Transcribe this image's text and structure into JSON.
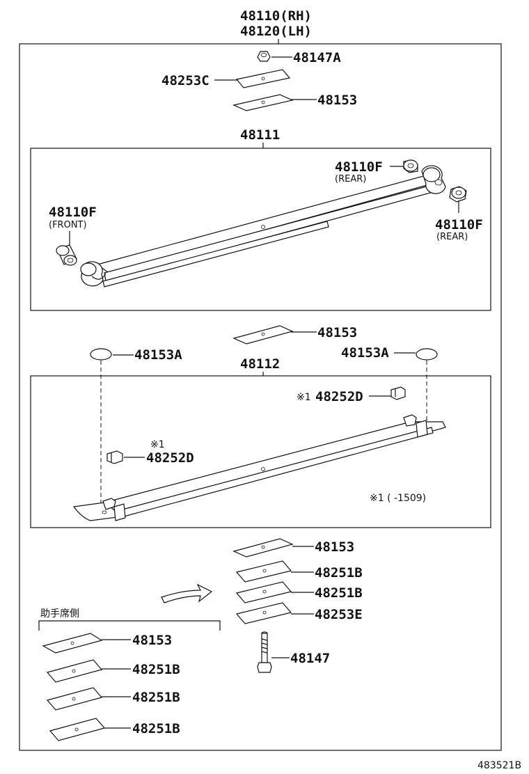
{
  "header": {
    "part_rh": "48110(RH)",
    "part_lh": "48120(LH)"
  },
  "labels": {
    "nut_top": "48147A",
    "plate_c": "48253C",
    "pad_top": "48153",
    "main_spring": "48111",
    "bushing_rear_1": "48110F",
    "bushing_rear_1_note": "(REAR)",
    "bushing_front": "48110F",
    "bushing_front_note": "(FRONT)",
    "bushing_rear_2": "48110F",
    "bushing_rear_2_note": "(REAR)",
    "pad_mid": "48153",
    "cap_left": "48153A",
    "cap_right": "48153A",
    "helper_spring": "48112",
    "clip_right_mark": "※1",
    "clip_right": "48252D",
    "clip_left_mark": "※1",
    "clip_left": "48252D",
    "footnote": "※1 (    -1509)",
    "stack_pad": "48153",
    "stack_plate_1": "48251B",
    "stack_plate_2": "48251B",
    "stack_plate_e": "48253E",
    "bolt": "48147",
    "passenger_side": "助手席側",
    "ps_pad": "48153",
    "ps_plate_1": "48251B",
    "ps_plate_2": "48251B",
    "ps_plate_3": "48251B",
    "diagram_code": "483521B"
  },
  "icons": [
    "nut-icon",
    "plate-icon",
    "leaf-spring-icon",
    "bushing-icon",
    "cap-icon",
    "clip-icon",
    "bolt-icon",
    "arrow-icon"
  ]
}
